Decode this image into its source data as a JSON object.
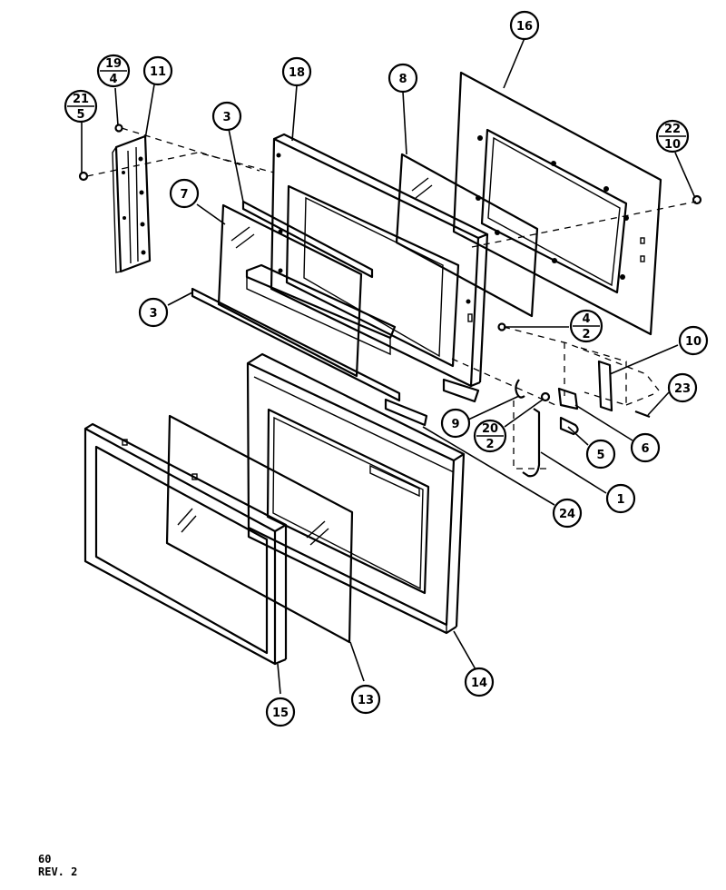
{
  "callouts": {
    "c1": {
      "num": "1"
    },
    "c3a": {
      "num": "3"
    },
    "c3b": {
      "num": "3"
    },
    "c5": {
      "num": "5"
    },
    "c6": {
      "num": "6"
    },
    "c7": {
      "num": "7"
    },
    "c8": {
      "num": "8"
    },
    "c9": {
      "num": "9"
    },
    "c10": {
      "num": "10"
    },
    "c11": {
      "num": "11"
    },
    "c13": {
      "num": "13"
    },
    "c14": {
      "num": "14"
    },
    "c15": {
      "num": "15"
    },
    "c16": {
      "num": "16"
    },
    "c18": {
      "num": "18"
    },
    "c23": {
      "num": "23"
    },
    "c24": {
      "num": "24"
    },
    "f19": {
      "top": "19",
      "bottom": "4"
    },
    "f21": {
      "top": "21",
      "bottom": "5"
    },
    "f22": {
      "top": "22",
      "bottom": "10"
    },
    "f4": {
      "top": "4",
      "bottom": "2"
    },
    "f20": {
      "top": "20",
      "bottom": "2"
    }
  },
  "footer": {
    "page": "60",
    "rev": "REV. 2"
  }
}
